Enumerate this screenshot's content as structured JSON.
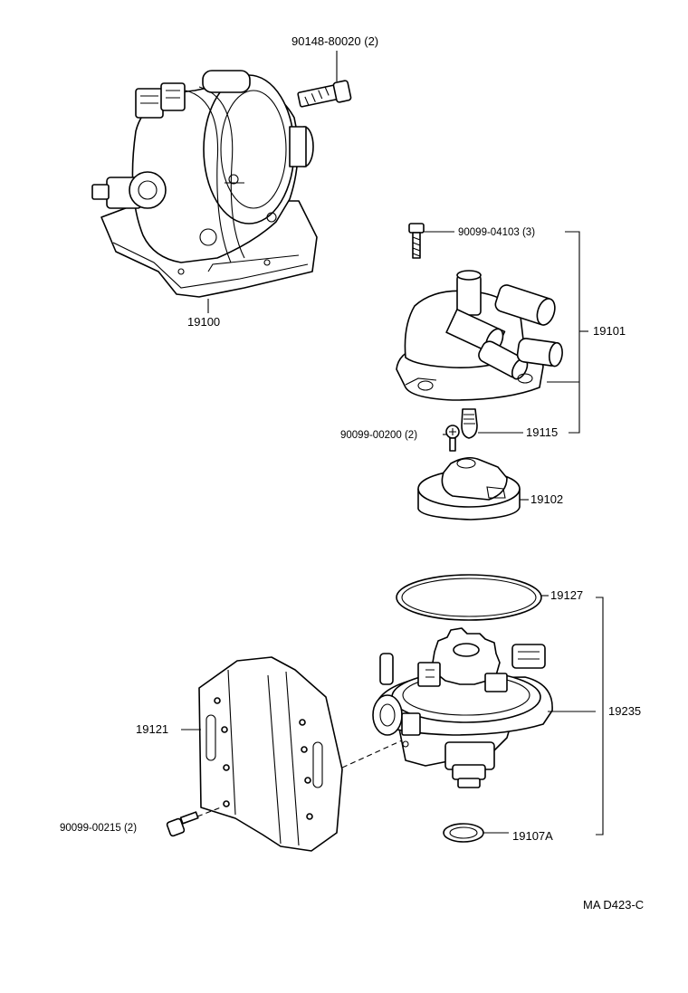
{
  "diagram": {
    "code": "MA D423-C",
    "labels": {
      "bolt_top": "90148-80020 (2)",
      "distributor": "19100",
      "screw_cap": "90099-04103 (3)",
      "cap": "19101",
      "screw_rotor": "90099-00200 (2)",
      "carbon": "19115",
      "rotor": "19102",
      "oring": "19127",
      "housing": "19235",
      "bracket": "19121",
      "bolt_bracket": "90099-00215 (2)",
      "gasket": "19107A"
    }
  }
}
